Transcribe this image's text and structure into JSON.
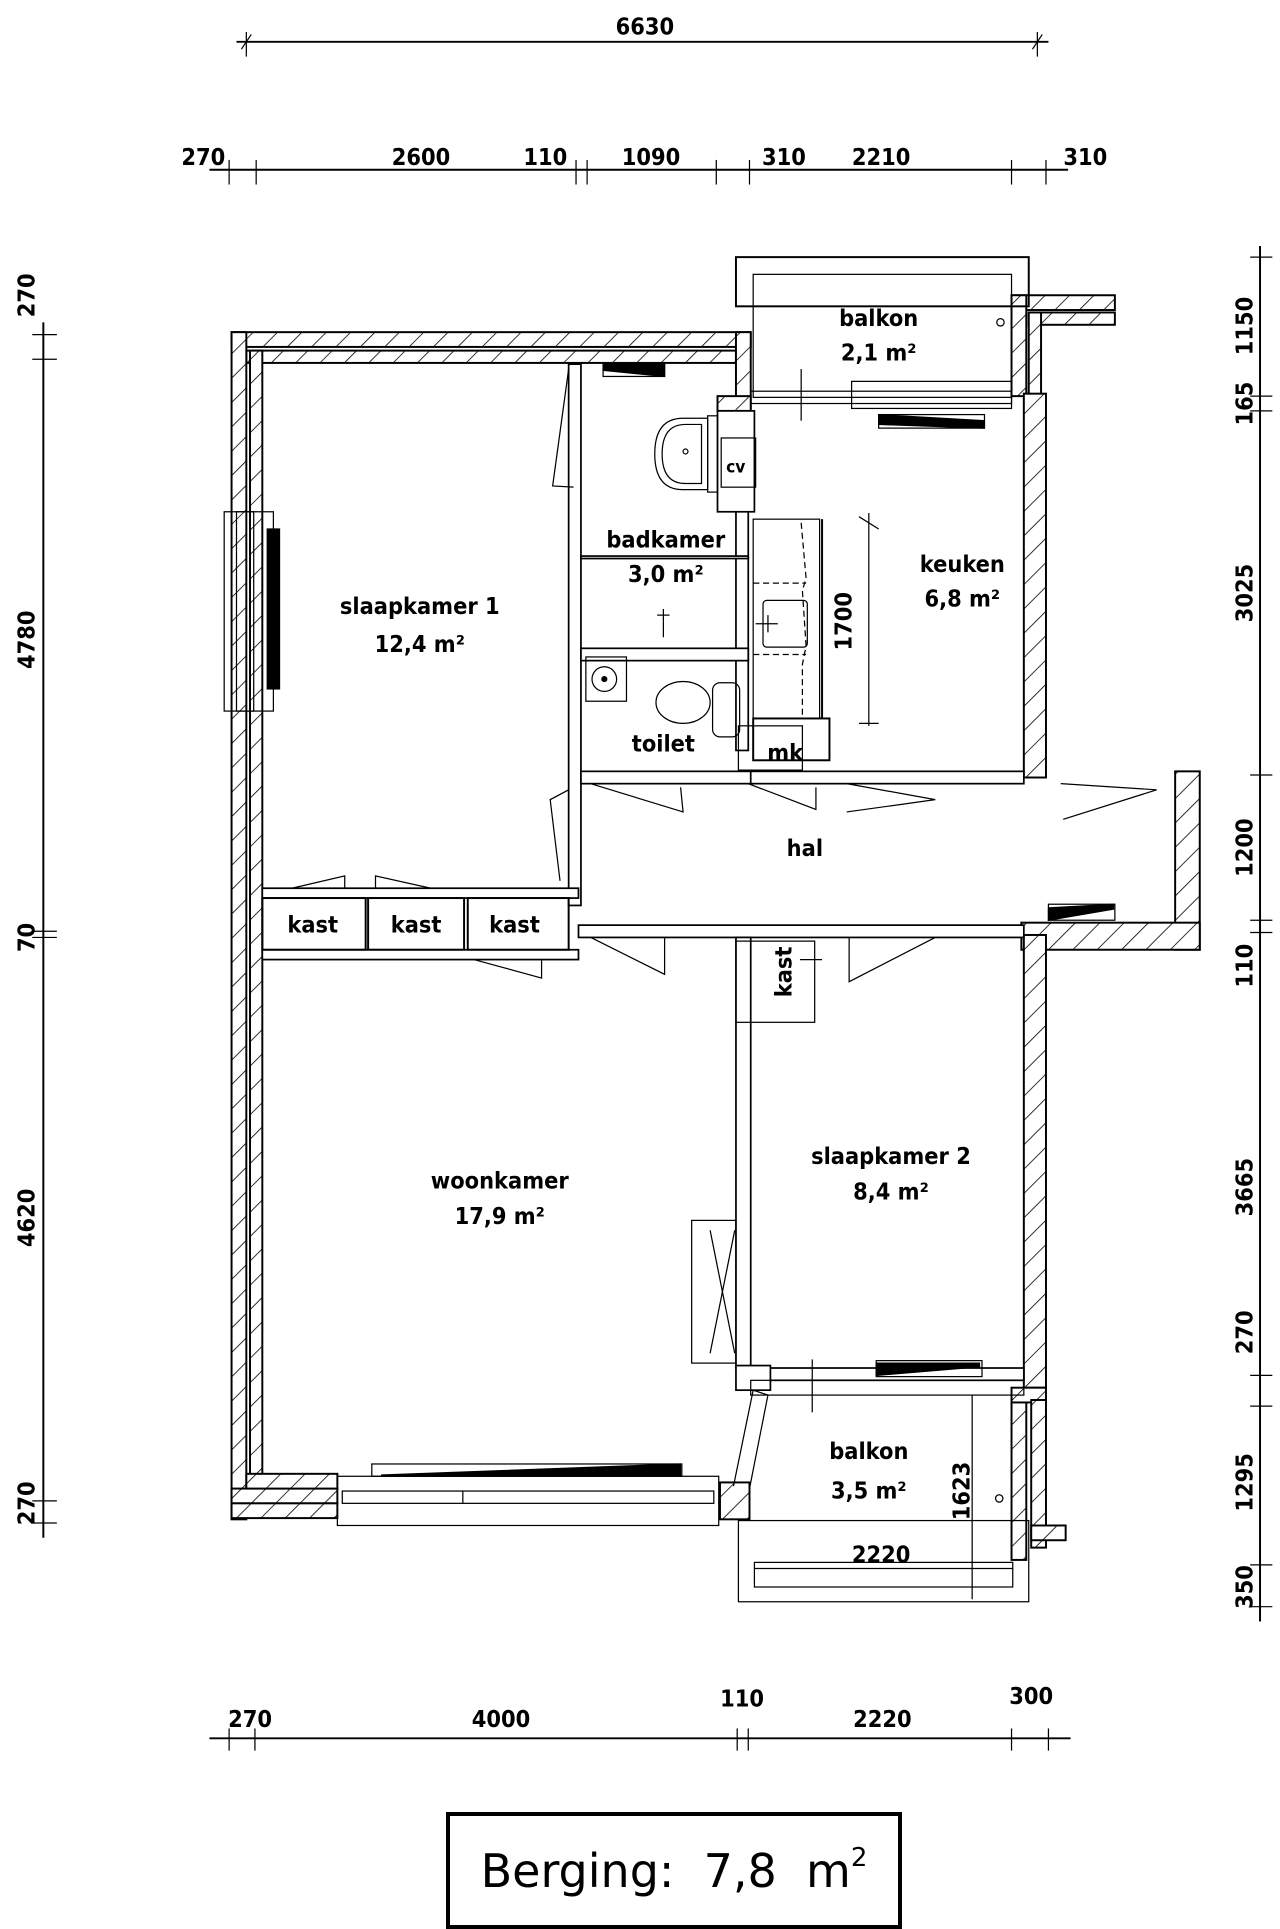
{
  "drawing": {
    "type": "apartment floor plan",
    "units": "mm"
  },
  "dimensions": {
    "top_overall": "6630",
    "top_segments": [
      "270",
      "2600",
      "110",
      "1090",
      "310",
      "2210",
      "310"
    ],
    "bottom_segments": [
      "270",
      "4000",
      "110",
      "2220",
      "300"
    ],
    "left_segments": [
      "270",
      "4780",
      "70",
      "4620",
      "270"
    ],
    "right_segments": [
      "1150",
      "165",
      "3025",
      "1200",
      "110",
      "3665",
      "270",
      "1295",
      "350"
    ],
    "internal": {
      "keuken_counter": "1700",
      "balkon2_depth": "1623",
      "balkon2_width": "2220"
    }
  },
  "rooms": {
    "balkon1": {
      "name": "balkon",
      "area": "2,1",
      "unit": "m²"
    },
    "badkamer": {
      "name": "badkamer",
      "area": "3,0",
      "unit": "m²"
    },
    "keuken": {
      "name": "keuken",
      "area": "6,8",
      "unit": "m²"
    },
    "slaapkamer1": {
      "name": "slaapkamer 1",
      "area": "12,4",
      "unit": "m²"
    },
    "toilet": {
      "name": "toilet"
    },
    "mk": {
      "name": "mk"
    },
    "cv": {
      "name": "cv"
    },
    "hal": {
      "name": "hal"
    },
    "kast1": {
      "name": "kast"
    },
    "kast2": {
      "name": "kast"
    },
    "kast3": {
      "name": "kast"
    },
    "kast4": {
      "name": "kast"
    },
    "woonkamer": {
      "name": "woonkamer",
      "area": "17,9",
      "unit": "m²"
    },
    "slaapkamer2": {
      "name": "slaapkamer 2",
      "area": "8,4",
      "unit": "m²"
    },
    "balkon2": {
      "name": "balkon",
      "area": "3,5",
      "unit": "m²"
    }
  },
  "storage": {
    "label": "Berging:",
    "area": "7,8",
    "unit": "m",
    "exp": "2"
  }
}
